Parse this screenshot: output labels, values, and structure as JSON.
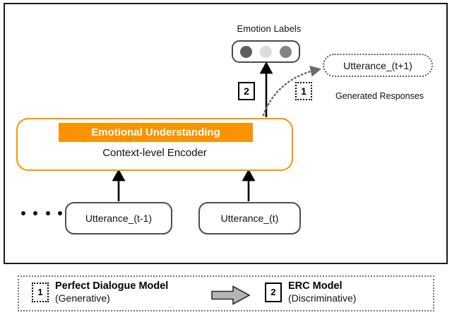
{
  "diagram": {
    "title_text": "Emotion Labels",
    "emotion_labels": {
      "label": "Emotion Labels",
      "dots": [
        {
          "name": "emotion-dot-1",
          "color": "#5e5e5e"
        },
        {
          "name": "emotion-dot-2",
          "color": "#dcdcdc"
        },
        {
          "name": "emotion-dot-3",
          "color": "#838383"
        }
      ]
    },
    "badges": {
      "erc_badge": "2",
      "dialogue_badge": "1"
    },
    "generated": {
      "utterance_next": "Utterance_(t+1)",
      "caption": "Generated Responses"
    },
    "encoder": {
      "banner": "Emotional Understanding",
      "subtitle": "Context-level Encoder",
      "accent_color": "#fb9300"
    },
    "inputs": [
      {
        "name": "utterance-prev",
        "label": "Utterance_(t-1)"
      },
      {
        "name": "utterance-current",
        "label": "Utterance_(t)"
      }
    ],
    "ellipsis_dots": 4
  },
  "legend": {
    "items": [
      {
        "badge": "1",
        "title": "Perfect Dialogue Model",
        "subtitle": "(Generative)",
        "border_style": "dotted"
      },
      {
        "badge": "2",
        "title": "ERC Model",
        "subtitle": "(Discriminative)",
        "border_style": "solid"
      }
    ],
    "arrow_color": "#a8a8a8"
  }
}
